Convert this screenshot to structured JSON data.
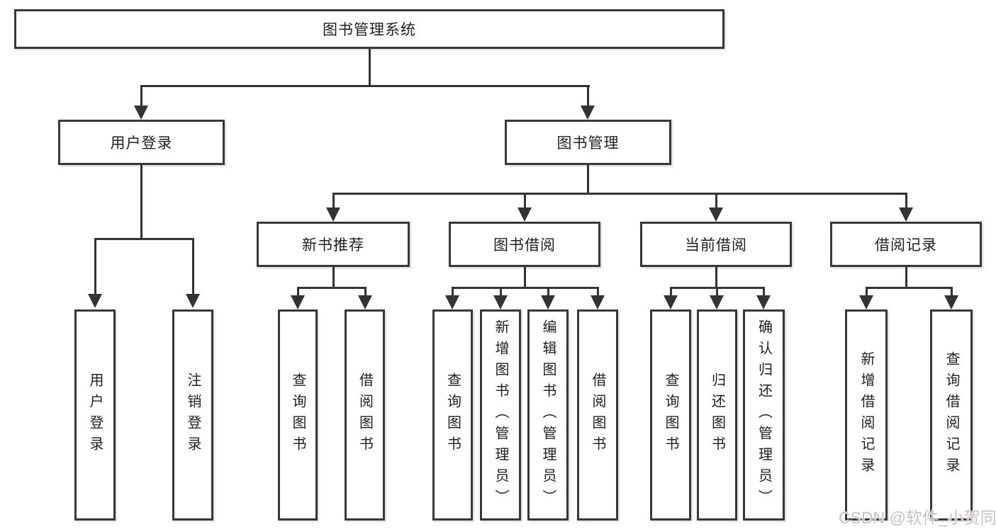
{
  "tree": {
    "label": "图书管理系统",
    "children": [
      {
        "label": "用户登录",
        "children": [
          {
            "label": "用户登录"
          },
          {
            "label": "注销登录"
          }
        ]
      },
      {
        "label": "图书管理",
        "children": [
          {
            "label": "新书推荐",
            "children": [
              {
                "label": "查询图书"
              },
              {
                "label": "借阅图书"
              }
            ]
          },
          {
            "label": "图书借阅",
            "children": [
              {
                "label": "查询图书"
              },
              {
                "label": "新增图书（管理员）"
              },
              {
                "label": "编辑图书（管理员）"
              },
              {
                "label": "借阅图书"
              }
            ]
          },
          {
            "label": "当前借阅",
            "children": [
              {
                "label": "查询图书"
              },
              {
                "label": "归还图书"
              },
              {
                "label": "确认归还（管理员）"
              }
            ]
          },
          {
            "label": "借阅记录",
            "children": [
              {
                "label": "新增借阅记录"
              },
              {
                "label": "查询借阅记录"
              }
            ]
          }
        ]
      }
    ]
  },
  "watermark": {
    "label": "CSDN @软件_小贺同学"
  },
  "colors": {
    "line": "#333333",
    "border": "#383838",
    "background": "#ffffff",
    "watermark": "#c6bebe"
  }
}
